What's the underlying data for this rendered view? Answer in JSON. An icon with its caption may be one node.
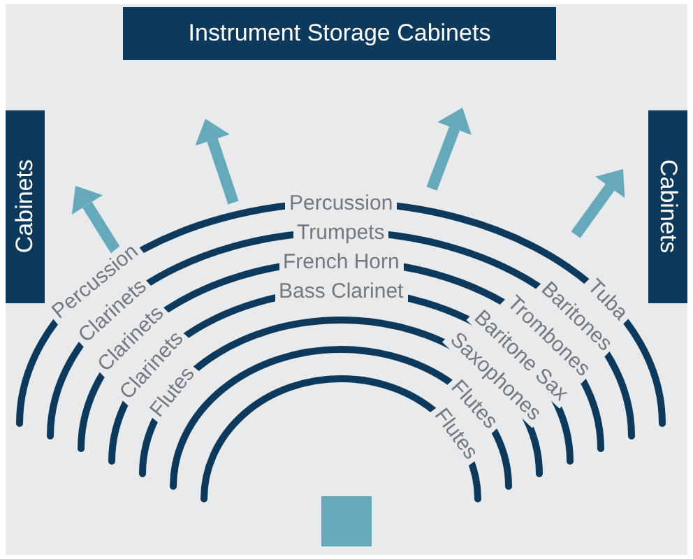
{
  "diagram": {
    "nodes": [
      {
        "text": [
          "Instrument Storage Cabinets"
        ]
      },
      {
        "text": [
          "Cabinets"
        ]
      },
      {
        "text": [
          "Cabinets"
        ]
      },
      {
        "text": [],
        "shape": "box"
      }
    ],
    "labels": [
      "Percussion",
      "Trumpets",
      "French Horn",
      "Bass Clarinet",
      "Percussion",
      "Clarinets",
      "Clarinets",
      "Clarinets",
      "Flutes",
      "Tuba",
      "Baritones",
      "Trombones",
      "Baritone Sax",
      "Saxophones",
      "Flutes",
      "Flutes"
    ]
  }
}
